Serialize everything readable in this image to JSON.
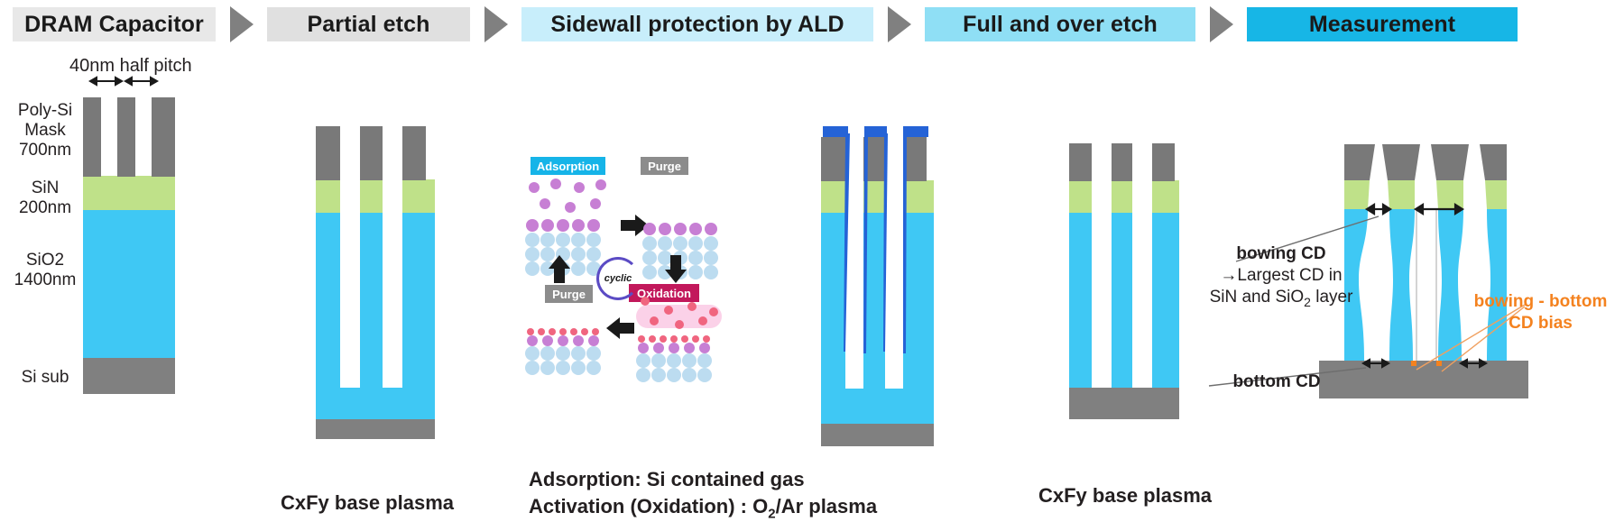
{
  "flow": {
    "steps": [
      {
        "label": "DRAM Capacitor",
        "bg": "#e8e8e8"
      },
      {
        "label": "Partial etch",
        "bg": "#e0e0e0"
      },
      {
        "label": "Sidewall protection by ALD",
        "bg": "#c8eefb"
      },
      {
        "label": "Full and over etch",
        "bg": "#8fdff5"
      },
      {
        "label": "Measurement",
        "bg": "#17b6e6"
      }
    ],
    "arrow_color": "#808080"
  },
  "stack_labels": {
    "pitch": "40nm half pitch",
    "poly": "Poly-Si\nMask\n700nm",
    "poly_l1": "Poly-Si",
    "poly_l2": "Mask",
    "poly_l3": "700nm",
    "sin_l1": "SiN",
    "sin_l2": "200nm",
    "ox_l1": "SiO2",
    "ox_l2": "1400nm",
    "sub": "Si sub"
  },
  "captions": {
    "partial_etch": "CxFy base plasma",
    "ald_line1": "Adsorption: Si contained gas",
    "ald_line2_a": "Activation (Oxidation) : O",
    "ald_line2_sub": "2",
    "ald_line2_b": "/Ar plasma",
    "full_etch": "CxFy base plasma"
  },
  "ald_cycle": {
    "adsorption": "Adsorption",
    "purge_top": "Purge",
    "oxidation": "Oxidation",
    "purge_bottom": "Purge",
    "cyclic": "cyclic"
  },
  "measurement": {
    "bowing_title": "bowing CD",
    "bowing_line2": "→Largest CD in",
    "bowing_line3_a": "SiN and SiO",
    "bowing_line3_sub": "2",
    "bowing_line3_b": " layer",
    "bottom_cd": "bottom CD",
    "bias_line1": "bowing - bottom",
    "bias_line2": "CD bias",
    "bias_color": "#f4821f"
  },
  "colors": {
    "poly_si": "#797979",
    "sin": "#bfe189",
    "sio2": "#3fc8f4",
    "substrate": "#808080",
    "ald_film": "#2563d6",
    "accent": "#17b6e6"
  }
}
